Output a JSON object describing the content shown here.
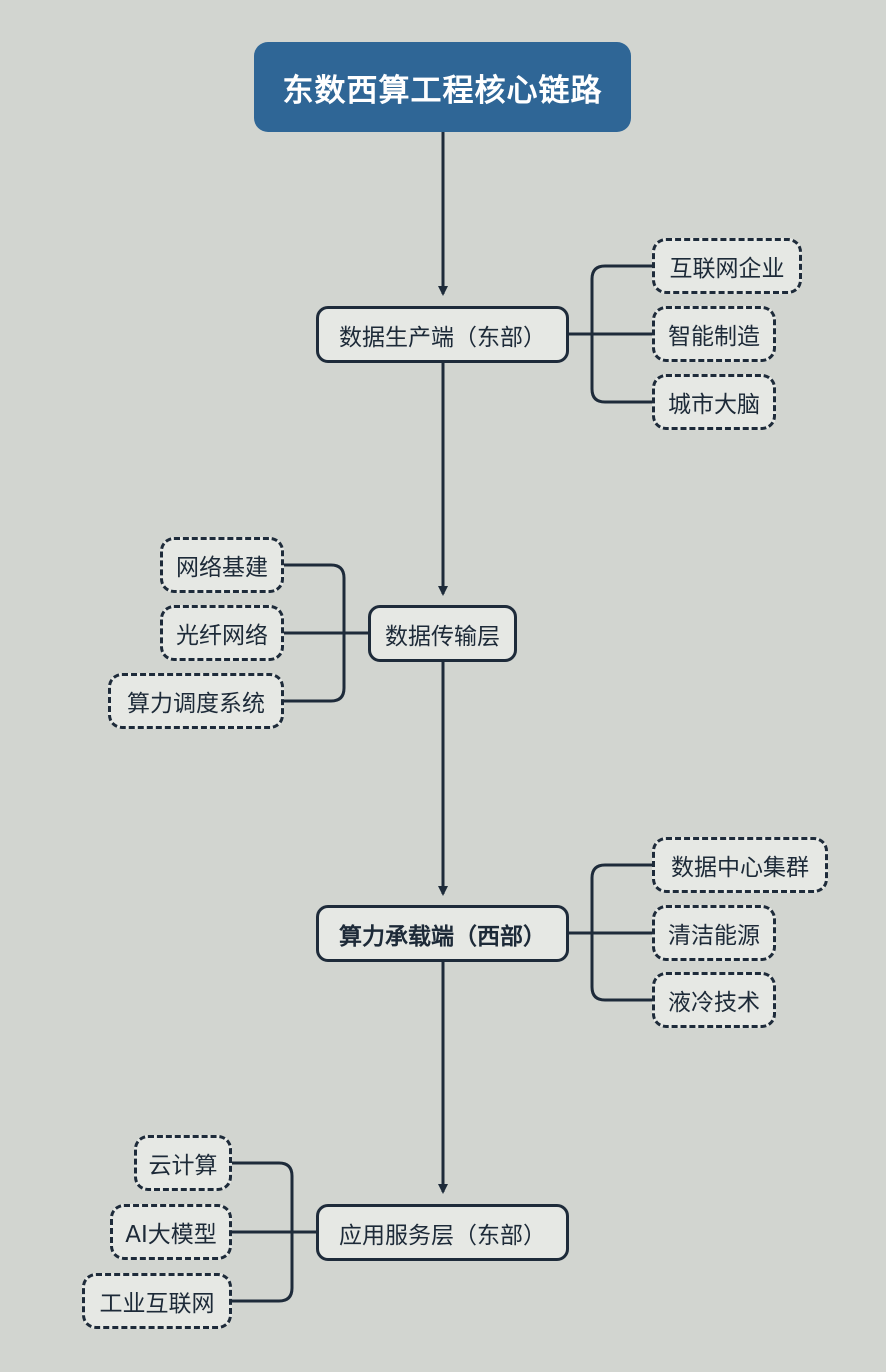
{
  "title": "东数西算工程核心链路",
  "nodes": {
    "production": "数据生产端（东部）",
    "transmission": "数据传输层",
    "compute": "算力承载端（西部）",
    "application": "应用服务层（东部）"
  },
  "branches": {
    "production": [
      "互联网企业",
      "智能制造",
      "城市大脑"
    ],
    "transmission": [
      "网络基建",
      "光纤网络",
      "算力调度系统"
    ],
    "compute": [
      "数据中心集群",
      "清洁能源",
      "液冷技术"
    ],
    "application": [
      "云计算",
      "AI大模型",
      "工业互联网"
    ]
  },
  "colors": {
    "background": "#d2d5d0",
    "title_fill": "#2f6696",
    "node_fill": "#e6e8e4",
    "line": "#1e2b3a"
  }
}
